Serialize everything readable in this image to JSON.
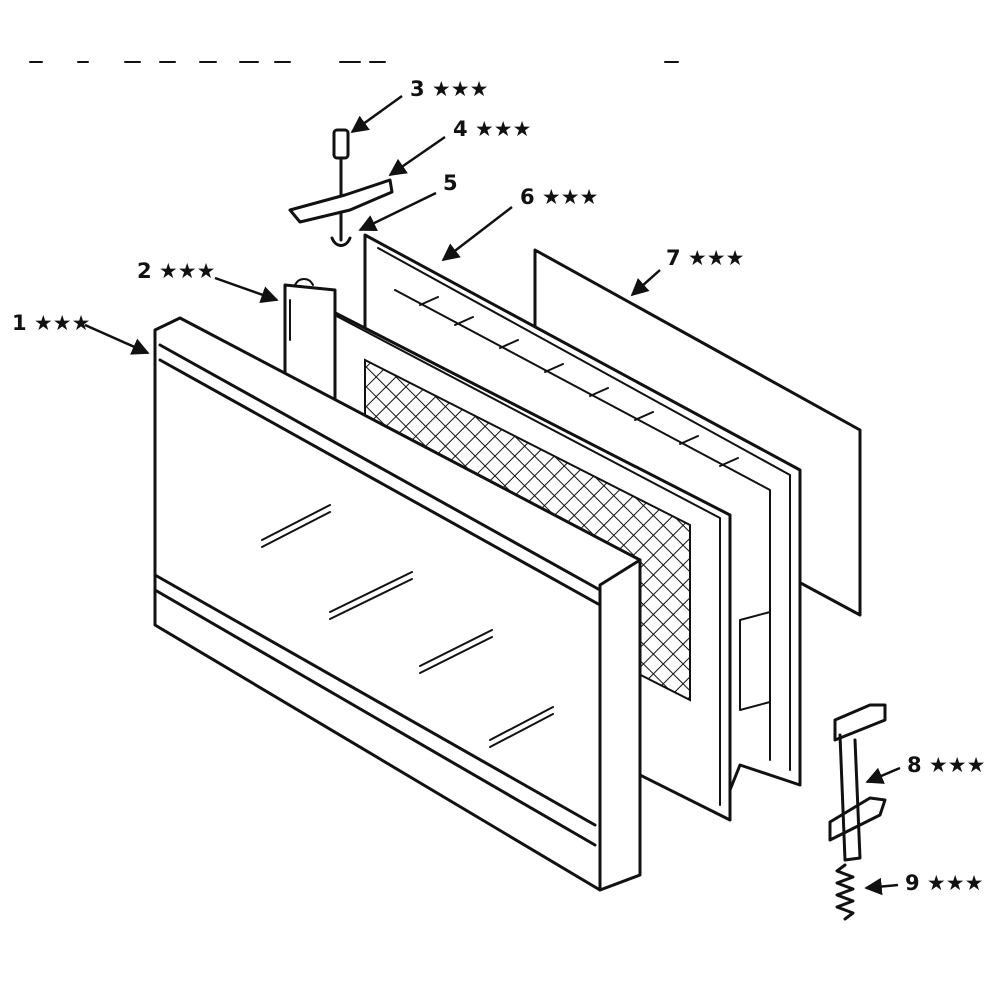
{
  "callouts": [
    {
      "id": "1",
      "label": "1 ★★★"
    },
    {
      "id": "2",
      "label": "2 ★★★"
    },
    {
      "id": "3",
      "label": "3 ★★★"
    },
    {
      "id": "4",
      "label": "4 ★★★"
    },
    {
      "id": "5",
      "label": "5"
    },
    {
      "id": "6",
      "label": "6 ★★★"
    },
    {
      "id": "7",
      "label": "7 ★★★"
    },
    {
      "id": "8",
      "label": "8 ★★★"
    },
    {
      "id": "9",
      "label": "9 ★★★"
    }
  ],
  "colors": {
    "line": "#111111",
    "background": "#ffffff"
  }
}
